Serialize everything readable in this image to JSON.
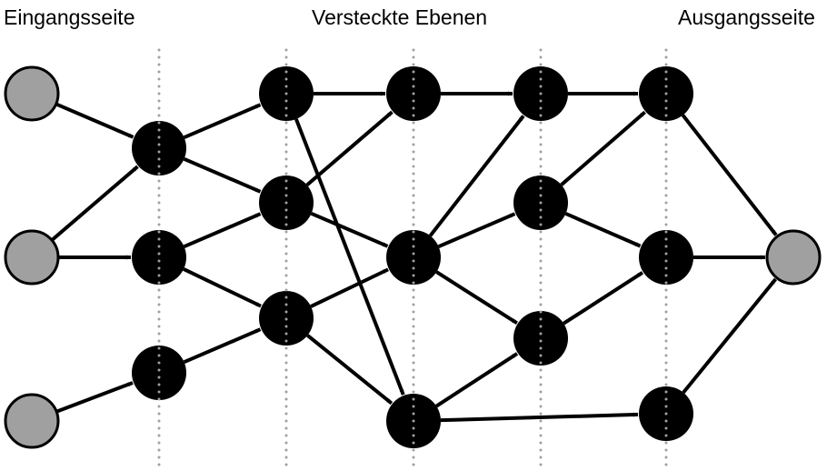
{
  "labels": {
    "input_side": "Eingangsseite",
    "hidden_layers": "Versteckte Ebenen",
    "output_side": "Ausgangsseite"
  },
  "colors": {
    "io_node_fill": "#a0a0a0",
    "hidden_node_fill": "#000000",
    "edge": "#000000",
    "layer_guide": "#a0a0a0"
  },
  "network": {
    "layers": [
      {
        "name": "input",
        "type": "io",
        "nodes": 3
      },
      {
        "name": "hidden-1",
        "type": "hidden",
        "nodes": 3
      },
      {
        "name": "hidden-2",
        "type": "hidden",
        "nodes": 3
      },
      {
        "name": "hidden-3",
        "type": "hidden",
        "nodes": 3
      },
      {
        "name": "hidden-4",
        "type": "hidden",
        "nodes": 3
      },
      {
        "name": "hidden-5",
        "type": "hidden",
        "nodes": 3
      },
      {
        "name": "output",
        "type": "io",
        "nodes": 1
      }
    ],
    "edges": [
      [
        "0-0",
        "1-0"
      ],
      [
        "0-1",
        "1-0"
      ],
      [
        "0-1",
        "1-1"
      ],
      [
        "0-2",
        "1-2"
      ],
      [
        "1-0",
        "2-0"
      ],
      [
        "1-0",
        "2-1"
      ],
      [
        "1-1",
        "2-1"
      ],
      [
        "1-1",
        "2-2"
      ],
      [
        "1-2",
        "2-2"
      ],
      [
        "2-0",
        "3-0"
      ],
      [
        "2-0",
        "3-2"
      ],
      [
        "2-1",
        "3-0"
      ],
      [
        "2-1",
        "3-1"
      ],
      [
        "2-2",
        "3-1"
      ],
      [
        "2-2",
        "3-2"
      ],
      [
        "3-0",
        "4-0"
      ],
      [
        "3-1",
        "4-0"
      ],
      [
        "3-1",
        "4-1"
      ],
      [
        "3-1",
        "4-2"
      ],
      [
        "3-2",
        "4-2"
      ],
      [
        "3-2",
        "5-2"
      ],
      [
        "4-0",
        "5-0"
      ],
      [
        "4-1",
        "5-0"
      ],
      [
        "4-1",
        "5-1"
      ],
      [
        "4-2",
        "5-1"
      ],
      [
        "5-0",
        "6-0"
      ],
      [
        "5-1",
        "6-0"
      ],
      [
        "5-2",
        "6-0"
      ]
    ]
  }
}
